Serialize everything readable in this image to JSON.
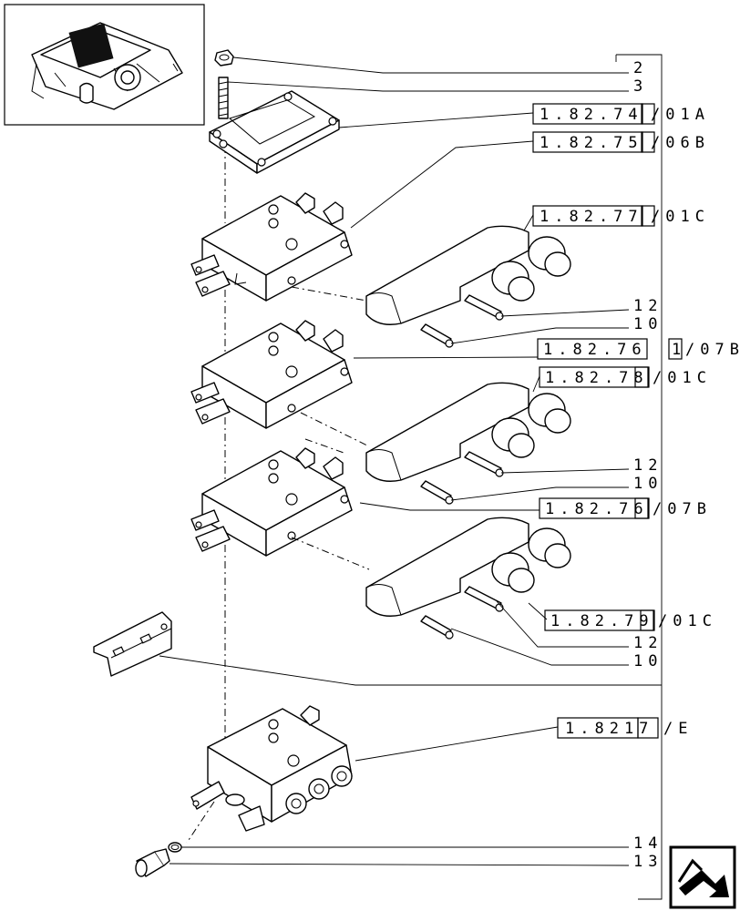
{
  "callouts": {
    "c2": "2",
    "c3": "3",
    "ref1": {
      "main": "1.82.74",
      "suffix": "/01A"
    },
    "ref2": {
      "main": "1.82.75",
      "suffix": "/06B"
    },
    "ref3": {
      "main": "1.82.77",
      "suffix": "/01C"
    },
    "c12a": "12",
    "c10a": "10",
    "ref4": {
      "main": "1.82.76",
      "box2": "1",
      "suffix": "/07B"
    },
    "ref5": {
      "main": "1.82.78",
      "suffix": "/01C"
    },
    "c12b": "12",
    "c10b": "10",
    "ref6": {
      "main": "1.82.76",
      "suffix": "/07B"
    },
    "ref7": {
      "main": "1.82.79",
      "suffix": "/01C"
    },
    "c12c": "12",
    "c10c": "10",
    "ref8": {
      "main": "1.8217",
      "suffix": "/E"
    },
    "c14": "14",
    "c13": "13"
  },
  "icons": {
    "overview": "tractor-hydraulic-unit-thumbnail",
    "nav": "next-page-arrow-icon"
  }
}
